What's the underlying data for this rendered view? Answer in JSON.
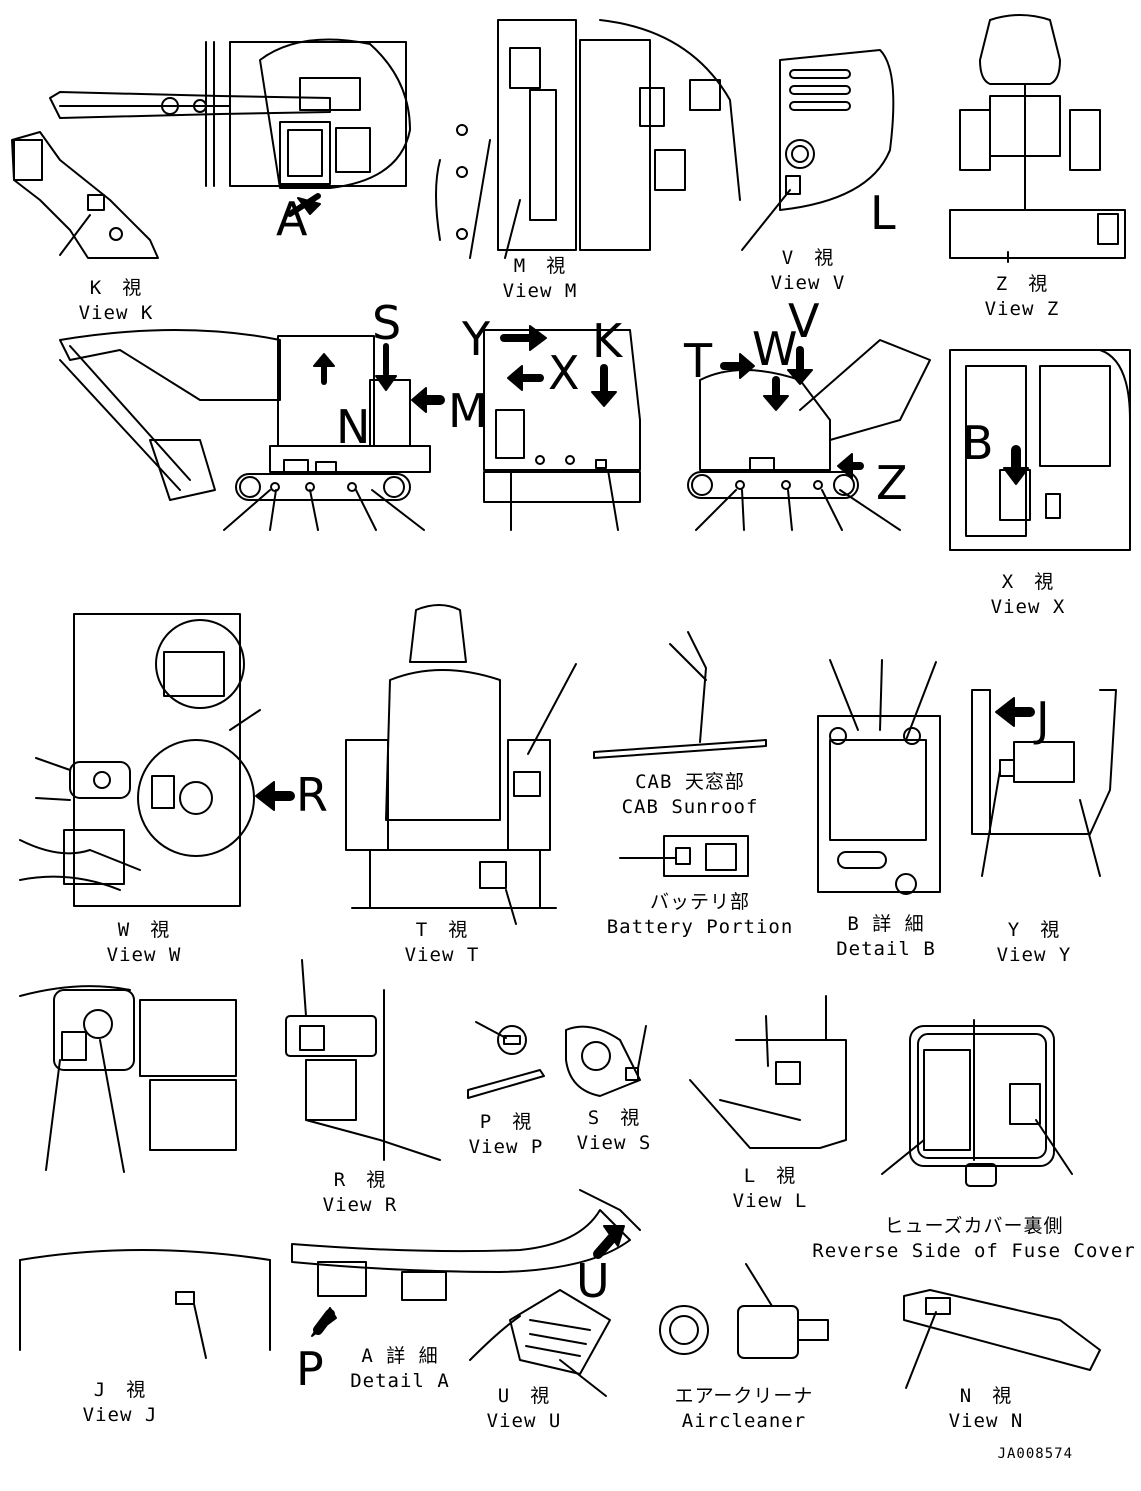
{
  "views": {
    "K": {
      "jp": "K　視",
      "en": "View K"
    },
    "M": {
      "jp": "M　視",
      "en": "View M"
    },
    "V": {
      "jp": "V　視",
      "en": "View V"
    },
    "Z": {
      "jp": "Z　視",
      "en": "View Z"
    },
    "X": {
      "jp": "X　視",
      "en": "View X"
    },
    "W": {
      "jp": "W　視",
      "en": "View W"
    },
    "T": {
      "jp": "T　視",
      "en": "View T"
    },
    "cab": {
      "jp": "CAB 天窓部",
      "en": "CAB Sunroof"
    },
    "battery": {
      "jp": "バッテリ部",
      "en": "Battery Portion"
    },
    "B": {
      "jp": "B 詳 細",
      "en": "Detail B"
    },
    "Y": {
      "jp": "Y　視",
      "en": "View Y"
    },
    "R": {
      "jp": "R　視",
      "en": "View R"
    },
    "P": {
      "jp": "P　視",
      "en": "View P"
    },
    "S": {
      "jp": "S　視",
      "en": "View S"
    },
    "L": {
      "jp": "L　視",
      "en": "View L"
    },
    "fuse": {
      "jp": "ヒューズカバー裏側",
      "en": "Reverse Side of Fuse Cover"
    },
    "J": {
      "jp": "J　視",
      "en": "View J"
    },
    "A": {
      "jp": "A 詳 細",
      "en": "Detail A"
    },
    "U": {
      "jp": "U　視",
      "en": "View U"
    },
    "aircleaner": {
      "jp": "エアークリーナ",
      "en": "Aircleaner"
    },
    "N": {
      "jp": "N　視",
      "en": "View N"
    }
  },
  "callouts": {
    "A": "A",
    "L": "L",
    "S": "S",
    "N": "N",
    "M": "M",
    "Y": "Y",
    "X": "X",
    "K": "K",
    "T": "T",
    "W": "W",
    "V": "V",
    "Z": "Z",
    "B": "B",
    "R": "R",
    "J": "J",
    "U": "U",
    "P": "P"
  },
  "doc_number": "JA008574"
}
